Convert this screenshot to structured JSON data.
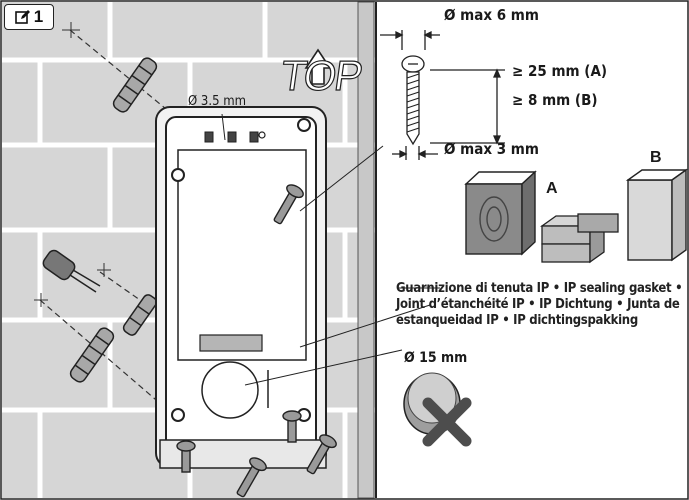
{
  "step": {
    "number": "1",
    "icon": "edit-icon"
  },
  "labels": {
    "top": "TOP",
    "hole_diameter": "Ø 3.5 mm",
    "screw_head_max": "Ø max 6 mm",
    "screw_shank_max": "Ø max 3 mm",
    "length_a": "≥ 25 mm (A)",
    "length_b": "≥ 8 mm (B)",
    "material_a": "A",
    "material_b": "B",
    "gasket_note": "Guarnizione di tenuta IP • IP sealing gasket • Joint d’étanchéité IP • IP Dichtung • Junta de estanqueidad IP • IP dichtingspakking",
    "knockout_diameter": "Ø 15 mm"
  },
  "colors": {
    "ink": "#1a1a1a",
    "wall": "#d9d9d9",
    "brick_line": "#ffffff",
    "forbid": "#4d4d4d"
  }
}
